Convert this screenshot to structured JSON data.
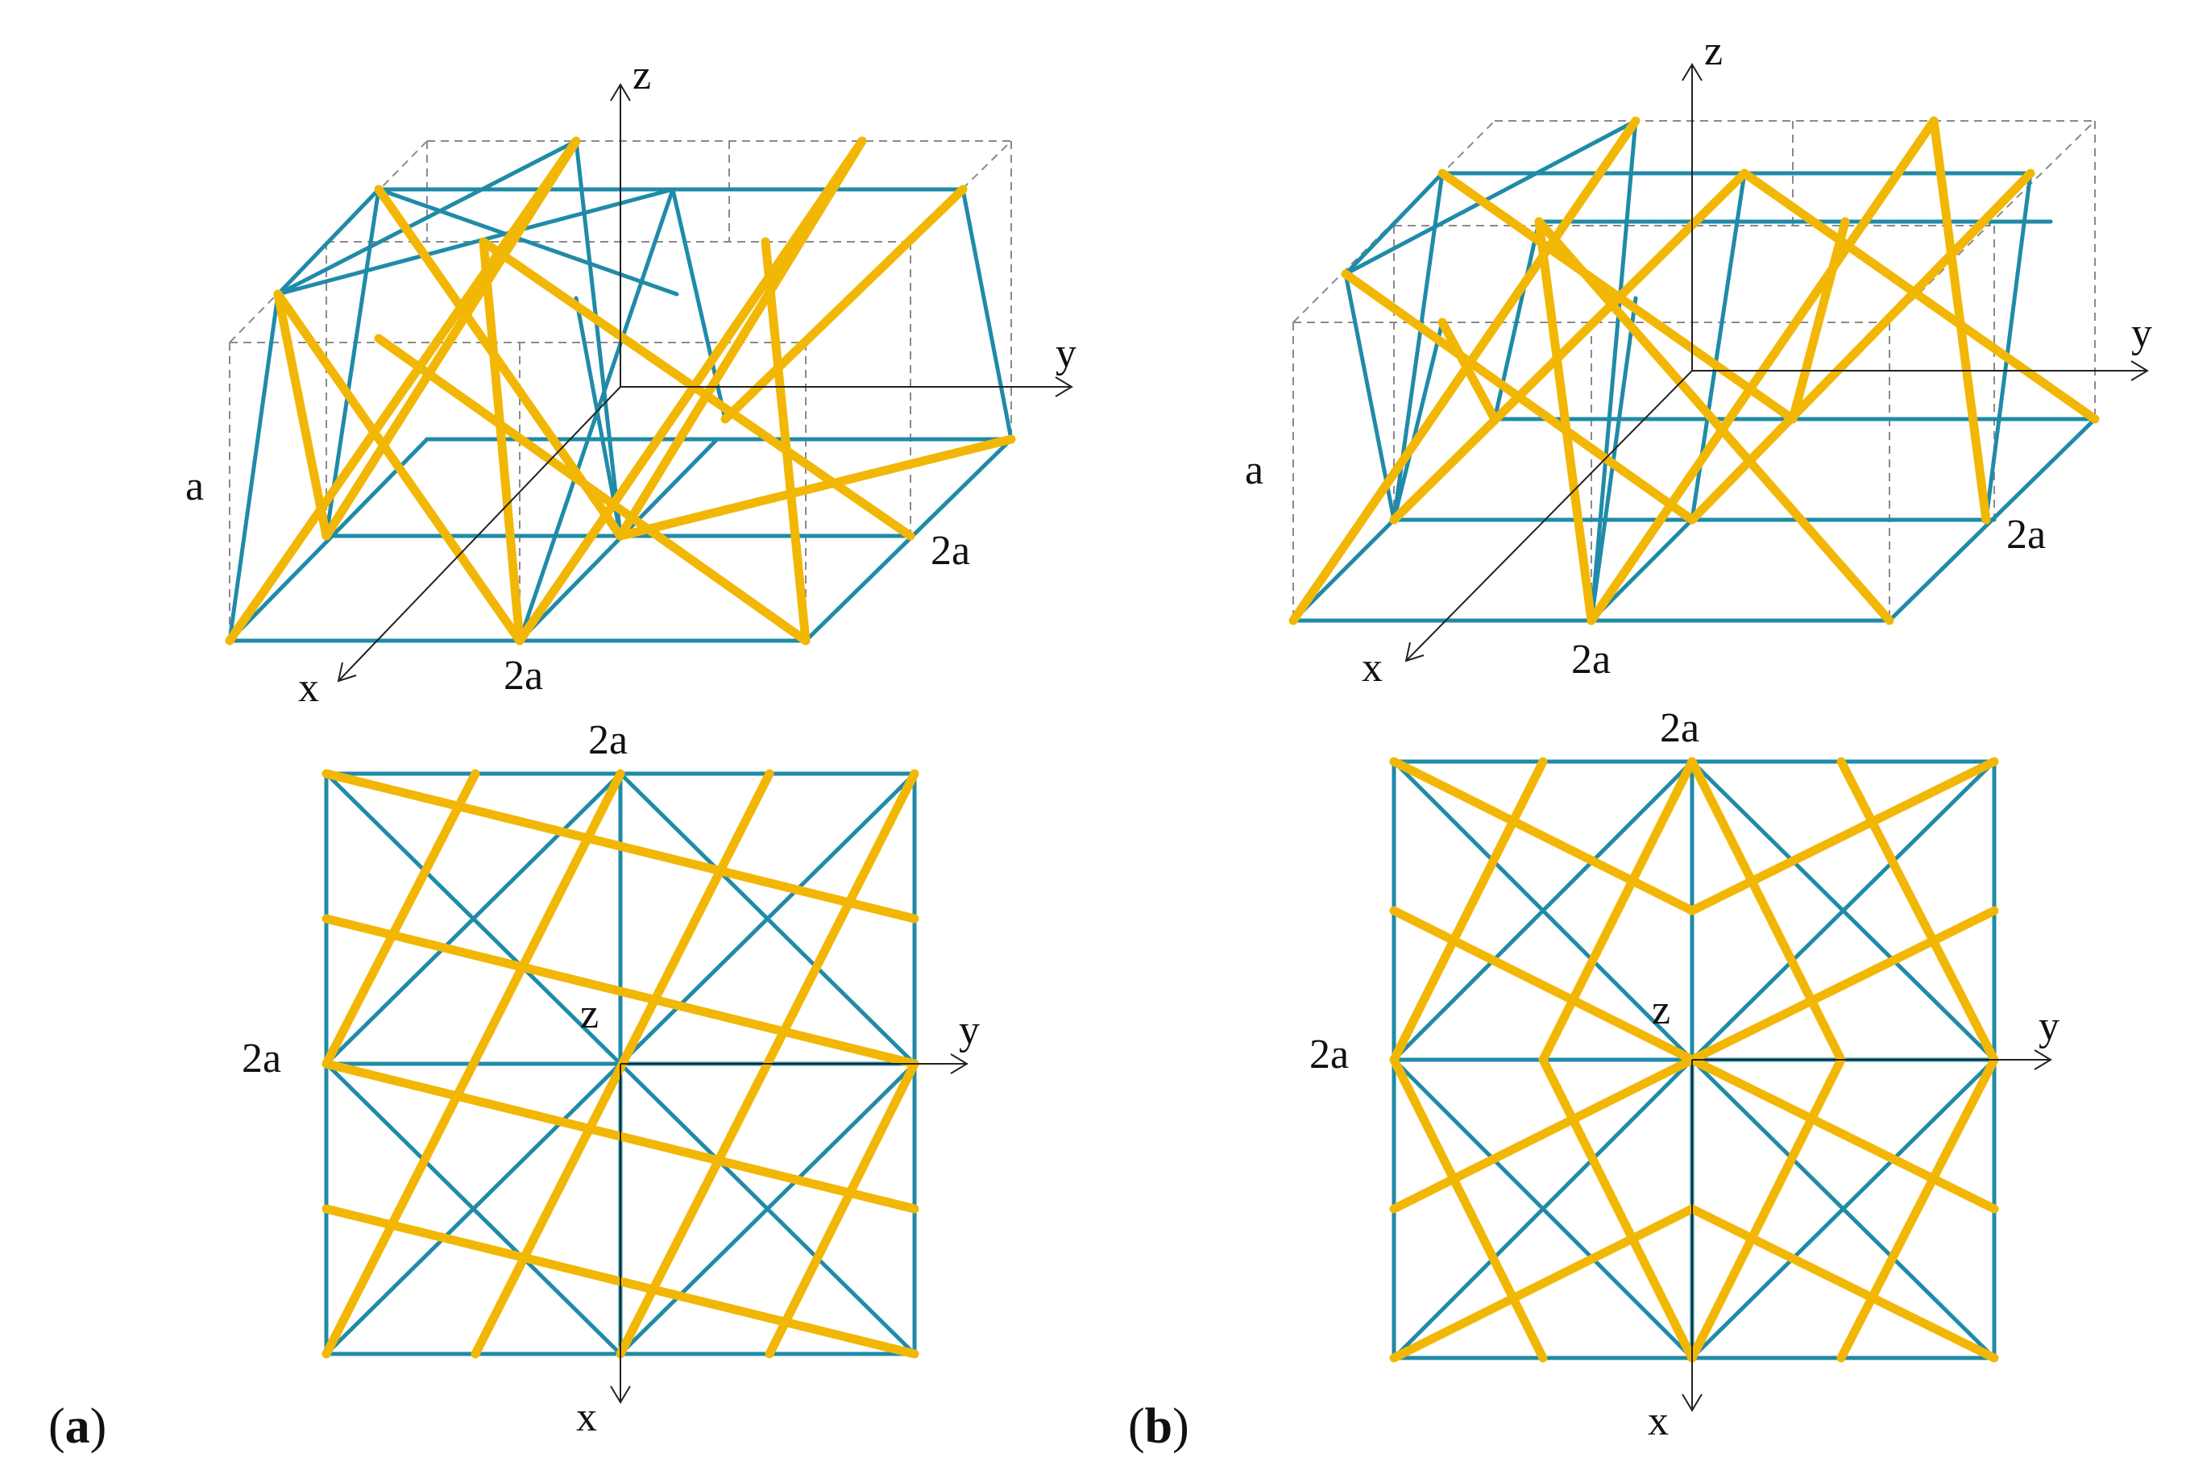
{
  "colors": {
    "blue_struts": "#1f8ba8",
    "yellow_struts": "#f2b705",
    "axis": "#222222",
    "dashed_cube": "#8a8a8a"
  },
  "panels": [
    {
      "id": "a",
      "label_open": "(",
      "label_letter": "a",
      "label_close": ")",
      "top_view_3d": {
        "axis_z": "z",
        "axis_y": "y",
        "axis_x": "x",
        "dim_height": "a",
        "dim_front": "2a",
        "dim_side": "2a"
      },
      "plan_view": {
        "axis_z": "z",
        "axis_y": "y",
        "axis_x": "x",
        "dim_top": "2a",
        "dim_left": "2a"
      }
    },
    {
      "id": "b",
      "label_open": "(",
      "label_letter": "b",
      "label_close": ")",
      "top_view_3d": {
        "axis_z": "z",
        "axis_y": "y",
        "axis_x": "x",
        "dim_height": "a",
        "dim_front": "2a",
        "dim_side": "2a"
      },
      "plan_view": {
        "axis_z": "z",
        "axis_y": "y",
        "axis_x": "x",
        "dim_top": "2a",
        "dim_left": "2a"
      }
    }
  ]
}
